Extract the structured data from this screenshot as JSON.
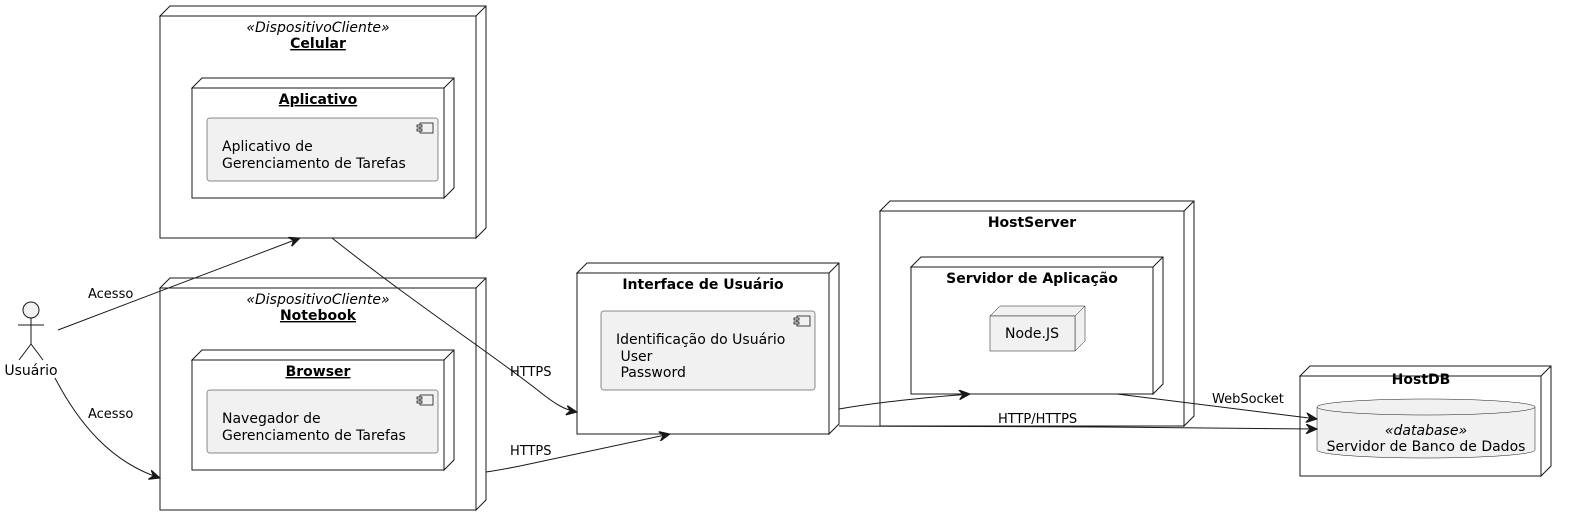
{
  "actor": {
    "label": "Usuário"
  },
  "nodes": {
    "celular": {
      "stereotype": "«DispositivoCliente»",
      "title": "Celular",
      "inner": {
        "title": "Aplicativo",
        "component": [
          "Aplicativo de",
          "Gerenciamento de Tarefas"
        ]
      }
    },
    "notebook": {
      "stereotype": "«DispositivoCliente»",
      "title": "Notebook",
      "inner": {
        "title": "Browser",
        "component": [
          "Navegador de",
          "Gerenciamento de Tarefas"
        ]
      }
    },
    "interface": {
      "title": "Interface de Usuário",
      "component": [
        "Identificação do Usuário",
        " User",
        " Password"
      ]
    },
    "hostserver": {
      "title": "HostServer",
      "inner": {
        "title": "Servidor de Aplicação",
        "node": "Node.JS"
      }
    },
    "hostdb": {
      "title": "HostDB",
      "database": {
        "stereotype": "«database»",
        "label": "Servidor de Banco de Dados"
      }
    }
  },
  "edges": {
    "acesso_celular": "Acesso",
    "acesso_notebook": "Acesso",
    "https_celular": "HTTPS",
    "https_notebook": "HTTPS",
    "websocket": "WebSocket",
    "http_https": "HTTP/HTTPS"
  }
}
